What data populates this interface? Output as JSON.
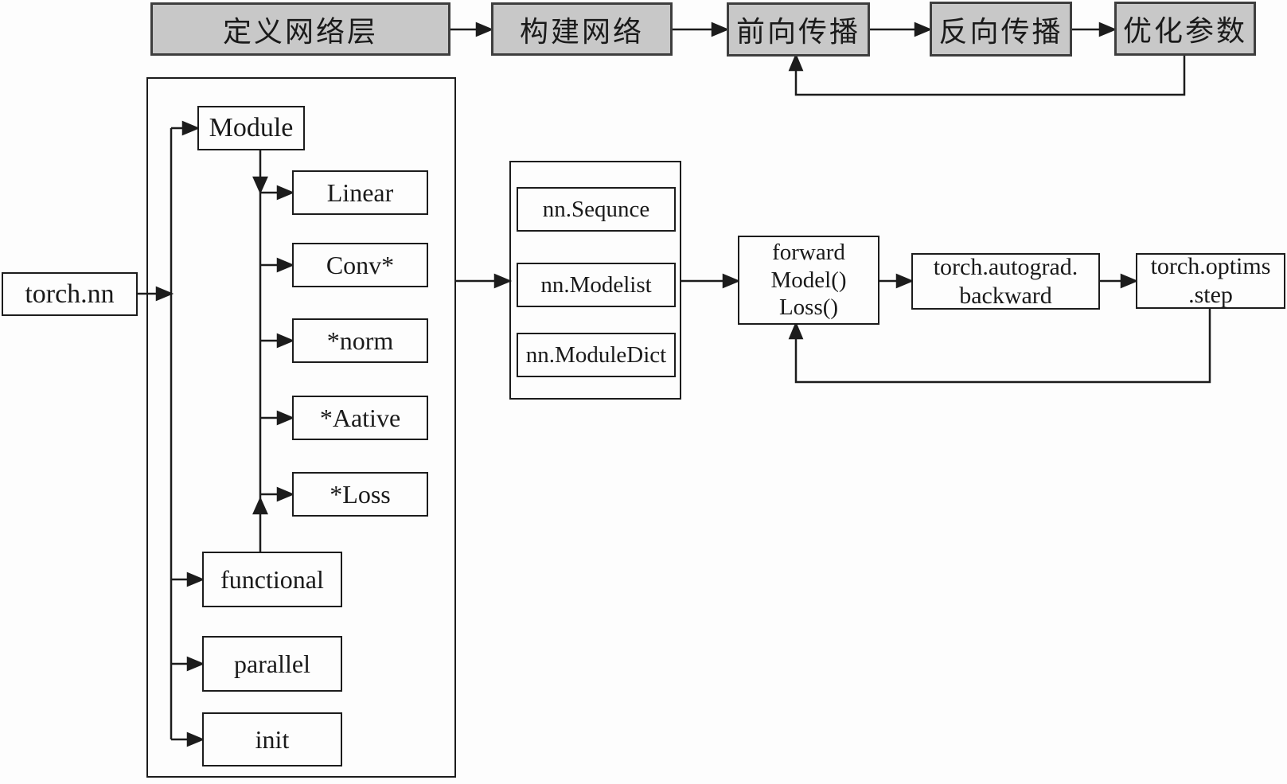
{
  "pipeline": {
    "steps": [
      "定义网络层",
      "构建网络",
      "前向传播",
      "反向传播",
      "优化参数"
    ]
  },
  "torch_nn": {
    "root": "torch.nn",
    "module": "Module",
    "layers": [
      "Linear",
      "Conv*",
      "*norm",
      "*Aative",
      "*Loss"
    ],
    "submodules": [
      "functional",
      "parallel",
      "init"
    ]
  },
  "containers": [
    "nn.Sequnce",
    "nn.Modelist",
    "nn.ModuleDict"
  ],
  "training": {
    "forward_lines": [
      "forward",
      "Model()",
      "Loss()"
    ],
    "backward_lines": [
      "torch.autograd.",
      "backward"
    ],
    "optim_lines": [
      "torch.optims",
      ".step"
    ]
  },
  "colors": {
    "stage_fill": "#c8c8c8",
    "stage_border": "#3e3e3e",
    "box_fill": "#fdfdfd",
    "box_border": "#1c1c1c",
    "line": "#1c1c1c",
    "background": "#fdfdfd"
  }
}
